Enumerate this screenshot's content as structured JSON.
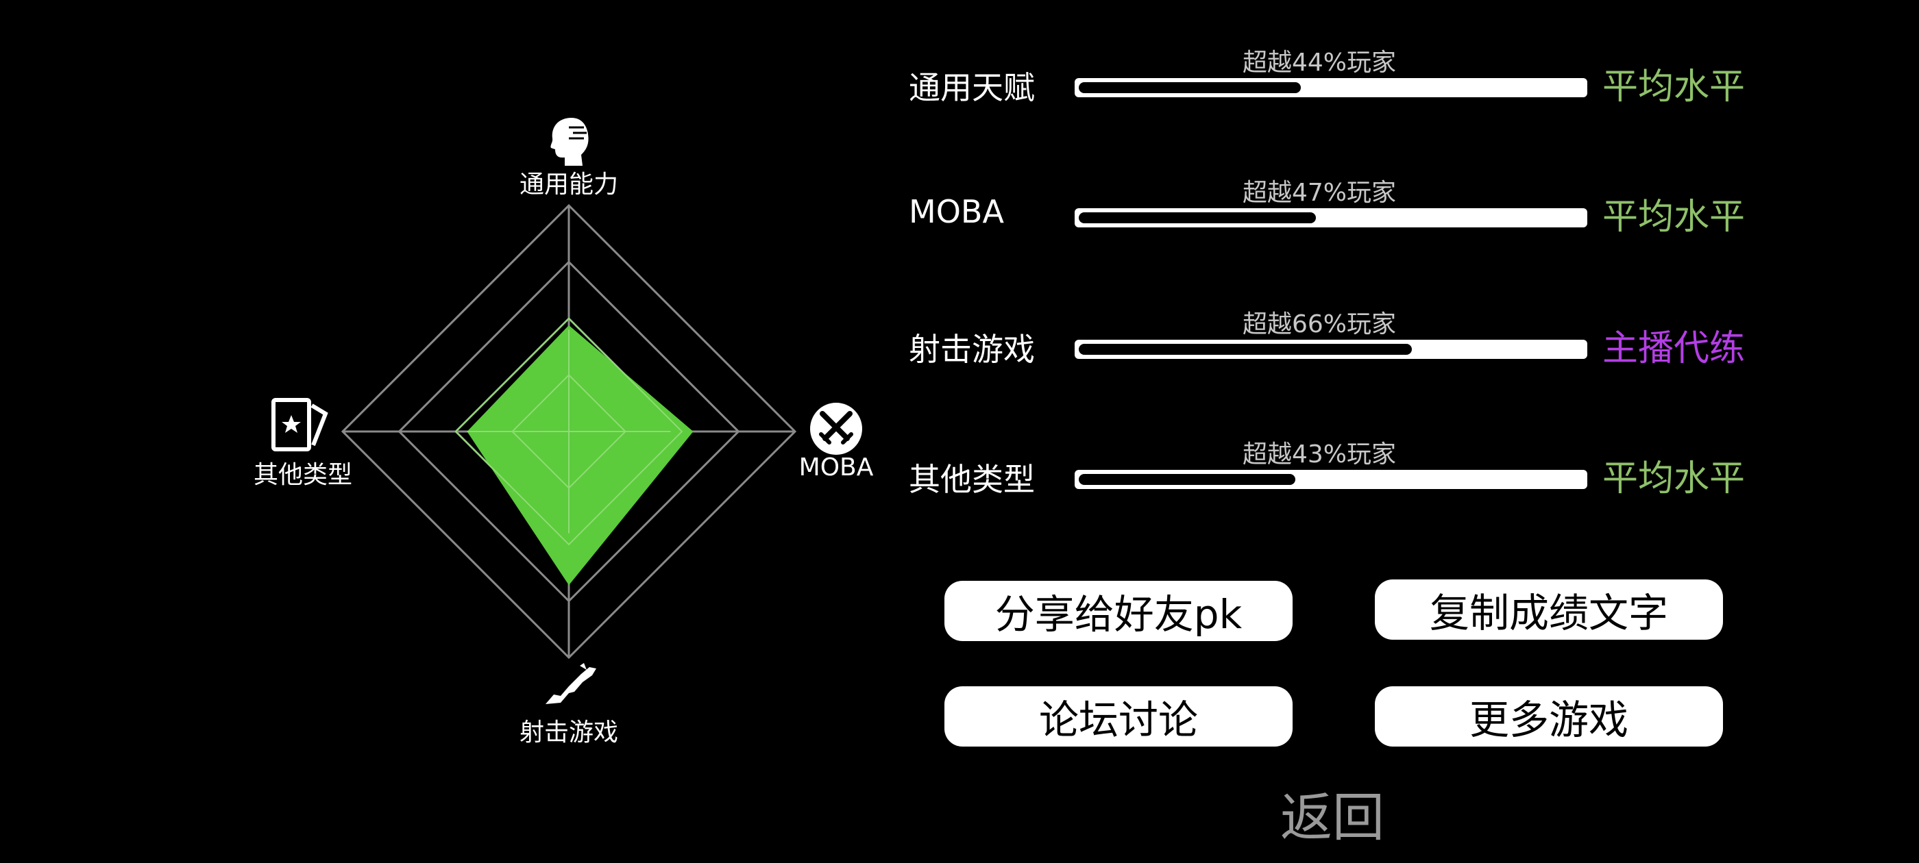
{
  "radar": {
    "axes": [
      {
        "label": "通用能力",
        "icon": "head-profile-icon",
        "value": 0.47
      },
      {
        "label": "MOBA",
        "icon": "crossed-swords-icon",
        "value": 0.55
      },
      {
        "label": "射击游戏",
        "icon": "rifle-icon",
        "value": 0.68
      },
      {
        "label": "其他类型",
        "icon": "star-cards-icon",
        "value": 0.45
      }
    ],
    "rings": 4,
    "fill_color": "#5ccb3c",
    "grid_color": "#8a8a8a"
  },
  "stats": [
    {
      "label": "通用天赋",
      "percent_text": "超越44%玩家",
      "percent": 44,
      "level": "平均水平",
      "level_color": "#8fc16a"
    },
    {
      "label": "MOBA",
      "percent_text": "超越47%玩家",
      "percent": 47,
      "level": "平均水平",
      "level_color": "#8fc16a"
    },
    {
      "label": "射击游戏",
      "percent_text": "超越66%玩家",
      "percent": 66,
      "level": "主播代练",
      "level_color": "#b43ee6"
    },
    {
      "label": "其他类型",
      "percent_text": "超越43%玩家",
      "percent": 43,
      "level": "平均水平",
      "level_color": "#8fc16a"
    }
  ],
  "buttons": {
    "share": "分享给好友pk",
    "copy": "复制成绩文字",
    "forum": "论坛讨论",
    "more_games": "更多游戏",
    "back": "返回"
  }
}
